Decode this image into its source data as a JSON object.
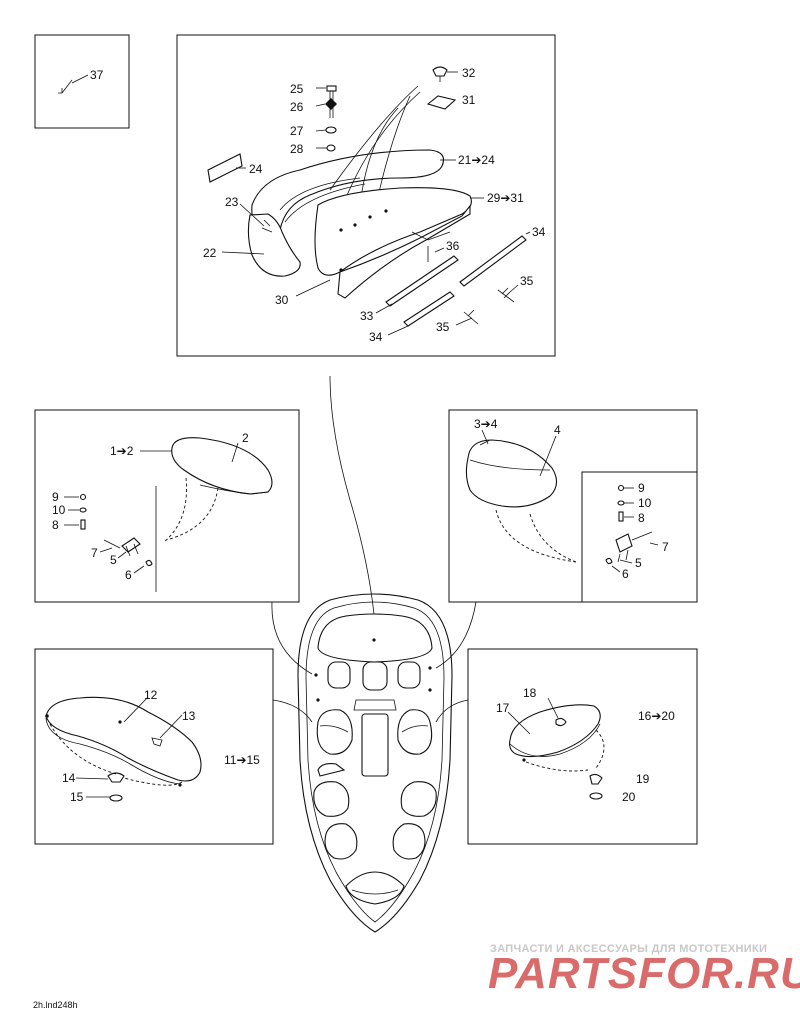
{
  "callouts": {
    "c1": "37",
    "c2": "25",
    "c3": "26",
    "c4": "27",
    "c5": "28",
    "c6": "32",
    "c7": "31",
    "c8": "24",
    "c9": "21➔24",
    "c10": "23",
    "c11": "29➔31",
    "c12": "22",
    "c13": "36",
    "c14": "34",
    "c15": "35",
    "c16": "30",
    "c17": "33",
    "c18": "34",
    "c19": "35",
    "c20": "1➔2",
    "c21": "2",
    "c22": "9",
    "c23": "10",
    "c24": "8",
    "c25": "7",
    "c26": "5",
    "c27": "6",
    "c28": "3➔4",
    "c29": "4",
    "c30": "9",
    "c31": "10",
    "c32": "8",
    "c33": "7",
    "c34": "5",
    "c35": "6",
    "c36": "12",
    "c37": "13",
    "c38": "11➔15",
    "c39": "14",
    "c40": "15",
    "c41": "18",
    "c42": "17",
    "c43": "16➔20",
    "c44": "19",
    "c45": "20"
  },
  "watermark": {
    "tagline": "ЗАПЧАСТИ И АКСЕССУАРЫ ДЛЯ МОТОТЕХНИКИ",
    "logo": "PARTSFOR.RU"
  },
  "drawing_code": "2h.lnd248h"
}
